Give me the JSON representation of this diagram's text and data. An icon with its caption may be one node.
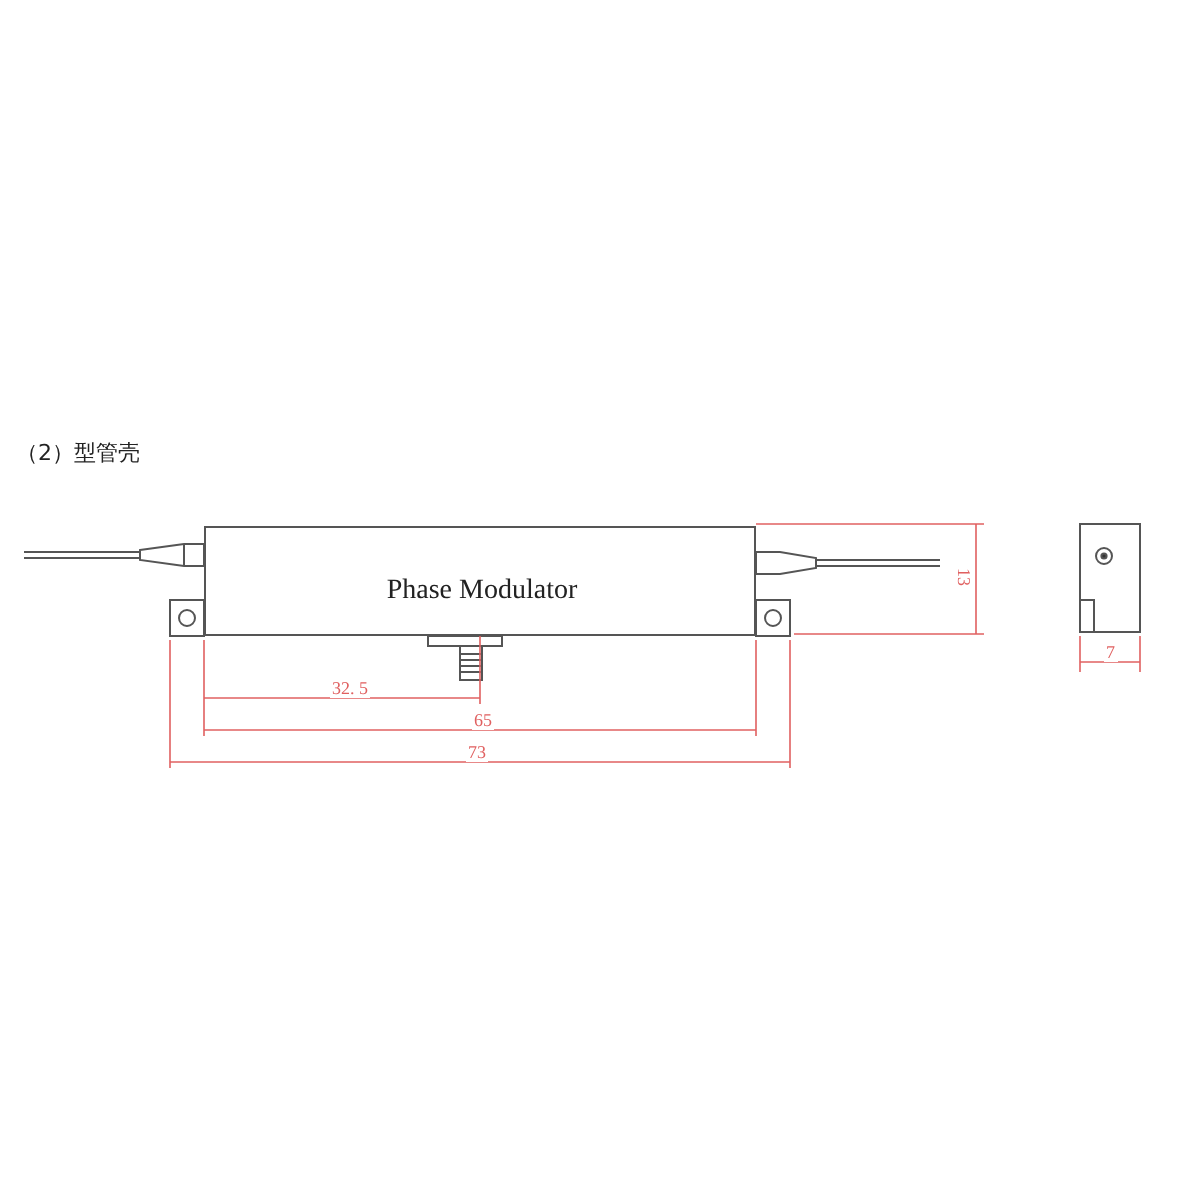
{
  "diagram": {
    "title": "（2）型管壳",
    "nodes": [
      {
        "text": [
          "Phase Modulator"
        ]
      }
    ],
    "edges": [],
    "labels": [
      "32. 5",
      "65",
      "73",
      "13",
      "7"
    ]
  }
}
